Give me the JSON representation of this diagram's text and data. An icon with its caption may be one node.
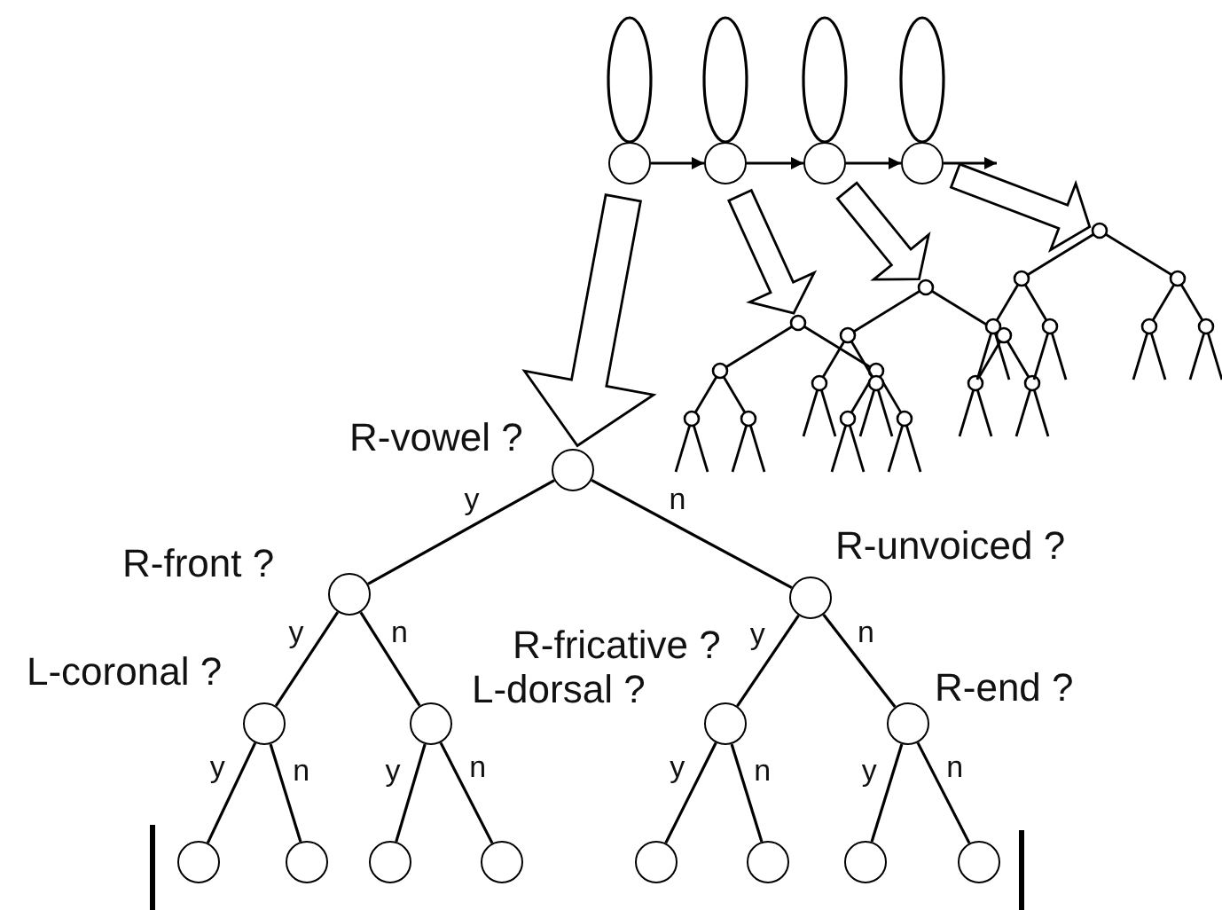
{
  "diagram": {
    "nodes": [
      {
        "text": [],
        "shape": "circle"
      },
      {
        "text": [],
        "shape": "circle"
      },
      {
        "text": [],
        "shape": "circle"
      },
      {
        "text": [],
        "shape": "circle"
      },
      {
        "text": [],
        "shape": "tree"
      },
      {
        "text": [],
        "shape": "tree"
      },
      {
        "text": [],
        "shape": "tree"
      },
      {
        "text": [],
        "shape": "circle",
        "beside": [
          "R-vowel ?"
        ]
      },
      {
        "text": [],
        "shape": "circle",
        "beside": [
          "R-front ?"
        ]
      },
      {
        "text": [],
        "shape": "circle",
        "beside": [
          "R-unvoiced ?"
        ]
      },
      {
        "text": [],
        "shape": "circle",
        "beside": [
          "L-coronal ?"
        ]
      },
      {
        "text": [],
        "shape": "circle",
        "beside": [
          "L-dorsal ?"
        ]
      },
      {
        "text": [],
        "shape": "circle",
        "beside": [
          "R-fricative ?"
        ]
      },
      {
        "text": [],
        "shape": "circle",
        "beside": [
          "R-end ?"
        ]
      },
      {
        "text": [],
        "shape": "circle"
      },
      {
        "text": [],
        "shape": "circle"
      },
      {
        "text": [],
        "shape": "circle"
      },
      {
        "text": [],
        "shape": "circle"
      },
      {
        "text": [],
        "shape": "circle"
      },
      {
        "text": [],
        "shape": "circle"
      },
      {
        "text": [],
        "shape": "circle"
      },
      {
        "text": [],
        "shape": "circle"
      }
    ],
    "edges": [
      {
        "from": 0,
        "to": 0,
        "arrow": "none"
      },
      {
        "from": 1,
        "to": 1,
        "arrow": "none"
      },
      {
        "from": 2,
        "to": 2,
        "arrow": "none"
      },
      {
        "from": 3,
        "to": 3,
        "arrow": "none"
      },
      {
        "from": 0,
        "to": 1,
        "arrow": "to"
      },
      {
        "from": 1,
        "to": 2,
        "arrow": "to"
      },
      {
        "from": 2,
        "to": 3,
        "arrow": "to"
      },
      {
        "from": 3,
        "to": null,
        "arrow": "to"
      },
      {
        "from": 0,
        "to": 7,
        "arrow": "to",
        "style": "thick"
      },
      {
        "from": 1,
        "to": 4,
        "arrow": "to",
        "style": "thick"
      },
      {
        "from": 2,
        "to": 5,
        "arrow": "to",
        "style": "thick"
      },
      {
        "from": 3,
        "to": 6,
        "arrow": "to",
        "style": "thick"
      },
      {
        "from": 7,
        "to": 8,
        "arrow": "none",
        "label": "y"
      },
      {
        "from": 7,
        "to": 9,
        "arrow": "none",
        "label": "n"
      },
      {
        "from": 8,
        "to": 10,
        "arrow": "none",
        "label": "y"
      },
      {
        "from": 8,
        "to": 11,
        "arrow": "none",
        "label": "n"
      },
      {
        "from": 9,
        "to": 12,
        "arrow": "none",
        "label": "y"
      },
      {
        "from": 9,
        "to": 13,
        "arrow": "none",
        "label": "n"
      },
      {
        "from": 10,
        "to": 14,
        "arrow": "none",
        "label": "y"
      },
      {
        "from": 10,
        "to": 15,
        "arrow": "none",
        "label": "n"
      },
      {
        "from": 11,
        "to": 16,
        "arrow": "none",
        "label": "y"
      },
      {
        "from": 11,
        "to": 17,
        "arrow": "none",
        "label": "n"
      },
      {
        "from": 12,
        "to": 18,
        "arrow": "none",
        "label": "y"
      },
      {
        "from": 12,
        "to": 19,
        "arrow": "none",
        "label": "n"
      },
      {
        "from": 13,
        "to": 20,
        "arrow": "none",
        "label": "y"
      },
      {
        "from": 13,
        "to": 21,
        "arrow": "none",
        "label": "n"
      }
    ]
  }
}
